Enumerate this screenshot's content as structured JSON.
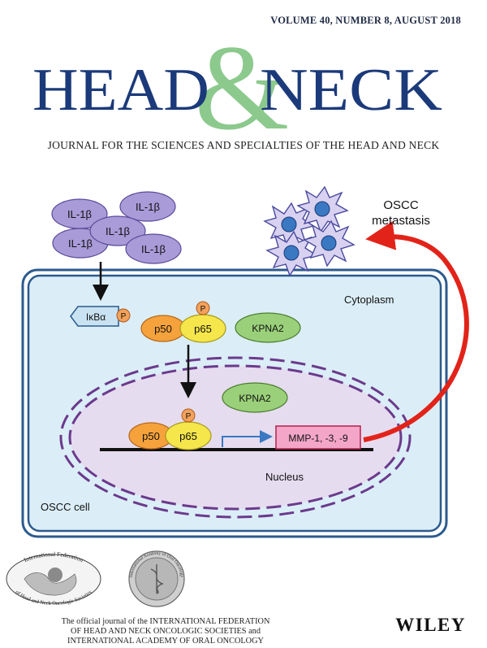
{
  "issue_line": "VOLUME 40, NUMBER 8, AUGUST 2018",
  "masthead": {
    "left": "HEAD",
    "amp": "&",
    "right": "NECK"
  },
  "subtitle": "JOURNAL FOR THE SCIENCES AND SPECIALTIES OF THE HEAD AND NECK",
  "figure": {
    "cytokine": "IL-1β",
    "ikb": "IκBα",
    "phospho": "P",
    "p50": "p50",
    "p65": "p65",
    "kpna2": "KPNA2",
    "mmp": "MMP-1, -3, -9",
    "cytoplasm": "Cytoplasm",
    "nucleus": "Nucleus",
    "cell": "OSCC cell",
    "metastasis_line1": "OSCC",
    "metastasis_line2": "metastasis"
  },
  "seals": {
    "ifhnos_line1": "International Federation",
    "ifhnos_line2": "of Head and Neck Oncologic Societies",
    "iaoo": "International Academy of Oral Oncology"
  },
  "footer_lines": [
    "The official journal of the INTERNATIONAL FEDERATION",
    "OF HEAD AND NECK ONCOLOGIC SOCIETIES and",
    "INTERNATIONAL ACADEMY OF ORAL ONCOLOGY"
  ],
  "publisher": "WILEY",
  "colors": {
    "navy": "#1b3a7a",
    "green_amp": "#8cc98d",
    "cell_fill": "#dbeef7",
    "nucleus_fill": "#e6dcef",
    "purple": "#a89bd8",
    "arrow_red": "#e2231a"
  }
}
